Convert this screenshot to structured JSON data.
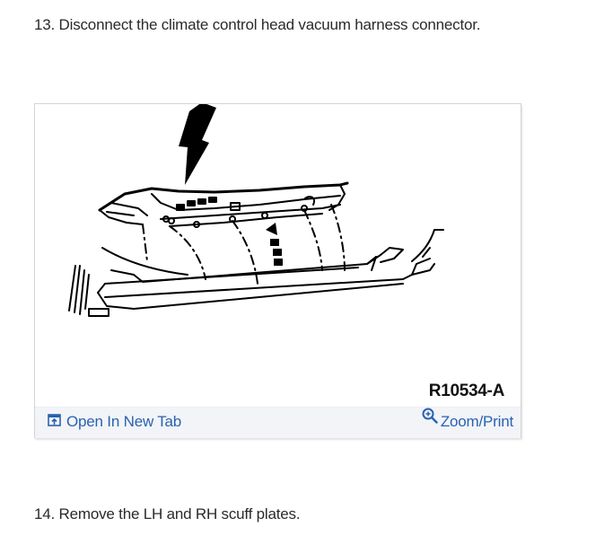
{
  "steps": [
    {
      "number": "13",
      "text": "13. Disconnect the climate control head vacuum harness connector."
    },
    {
      "number": "14",
      "text": "14. Remove the LH and RH scuff plates."
    }
  ],
  "figure": {
    "code": "R10534-A",
    "icons": {
      "open_tab": "open-in-new-tab-icon",
      "zoom": "zoom-in-magnifier-icon"
    },
    "links": {
      "open_new_tab": "Open In New Tab",
      "zoom_print": "Zoom/Print"
    },
    "colors": {
      "link": "#2a62b0",
      "footer_bg": "#f2f4f8",
      "border": "#d4d4d4"
    }
  }
}
